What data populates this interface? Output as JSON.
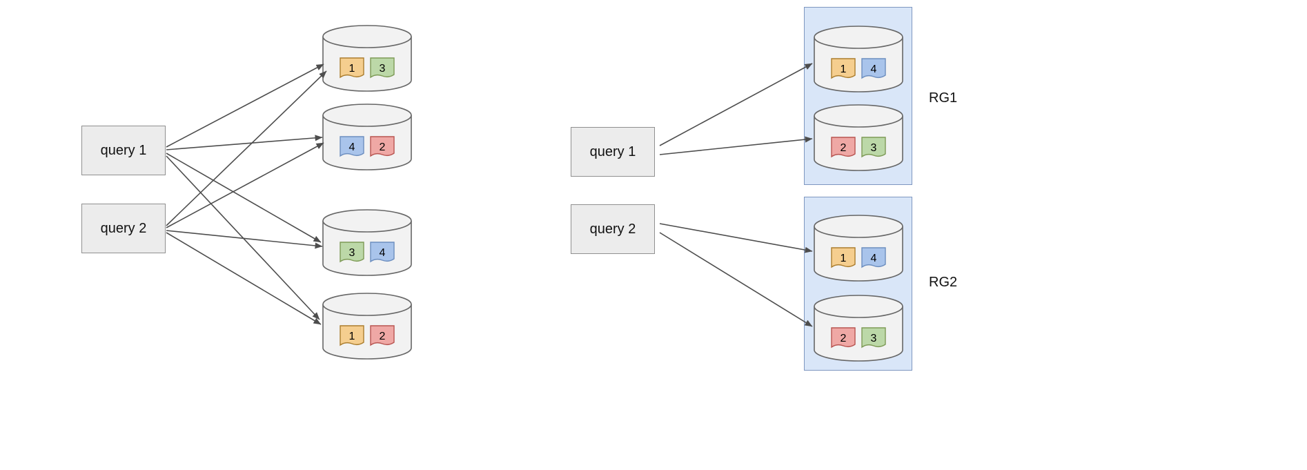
{
  "palette": {
    "background": "#ffffff",
    "node_fill": "#f2f2f2",
    "node_stroke": "#666666",
    "query_fill": "#ececec",
    "query_stroke": "#8f8f8f",
    "group_fill": "#d9e6f8",
    "group_stroke": "#7d96c0",
    "arrow": "#4d4d4d",
    "shard_orange_fill": "#f5ce8f",
    "shard_orange_stroke": "#ab7d2d",
    "shard_green_fill": "#bcd8a8",
    "shard_green_stroke": "#7d9a55",
    "shard_blue_fill": "#a9c4eb",
    "shard_blue_stroke": "#6c8ebf",
    "shard_red_fill": "#efa8a5",
    "shard_red_stroke": "#b85450"
  },
  "left": {
    "queries": [
      {
        "label": "query 1"
      },
      {
        "label": "query 2"
      }
    ],
    "nodes": [
      {
        "shards": [
          {
            "label": "1",
            "fill": "#f5ce8f",
            "stroke": "#ab7d2d"
          },
          {
            "label": "3",
            "fill": "#bcd8a8",
            "stroke": "#7d9a55"
          }
        ]
      },
      {
        "shards": [
          {
            "label": "4",
            "fill": "#a9c4eb",
            "stroke": "#6c8ebf"
          },
          {
            "label": "2",
            "fill": "#efa8a5",
            "stroke": "#b85450"
          }
        ]
      },
      {
        "shards": [
          {
            "label": "3",
            "fill": "#bcd8a8",
            "stroke": "#7d9a55"
          },
          {
            "label": "4",
            "fill": "#a9c4eb",
            "stroke": "#6c8ebf"
          }
        ]
      },
      {
        "shards": [
          {
            "label": "1",
            "fill": "#f5ce8f",
            "stroke": "#ab7d2d"
          },
          {
            "label": "2",
            "fill": "#efa8a5",
            "stroke": "#b85450"
          }
        ]
      }
    ]
  },
  "right": {
    "queries": [
      {
        "label": "query 1"
      },
      {
        "label": "query 2"
      }
    ],
    "groups": [
      {
        "label": "RG1",
        "nodes": [
          {
            "shards": [
              {
                "label": "1",
                "fill": "#f5ce8f",
                "stroke": "#ab7d2d"
              },
              {
                "label": "4",
                "fill": "#a9c4eb",
                "stroke": "#6c8ebf"
              }
            ]
          },
          {
            "shards": [
              {
                "label": "2",
                "fill": "#efa8a5",
                "stroke": "#b85450"
              },
              {
                "label": "3",
                "fill": "#bcd8a8",
                "stroke": "#7d9a55"
              }
            ]
          }
        ]
      },
      {
        "label": "RG2",
        "nodes": [
          {
            "shards": [
              {
                "label": "1",
                "fill": "#f5ce8f",
                "stroke": "#ab7d2d"
              },
              {
                "label": "4",
                "fill": "#a9c4eb",
                "stroke": "#6c8ebf"
              }
            ]
          },
          {
            "shards": [
              {
                "label": "2",
                "fill": "#efa8a5",
                "stroke": "#b85450"
              },
              {
                "label": "3",
                "fill": "#bcd8a8",
                "stroke": "#7d9a55"
              }
            ]
          }
        ]
      }
    ]
  }
}
